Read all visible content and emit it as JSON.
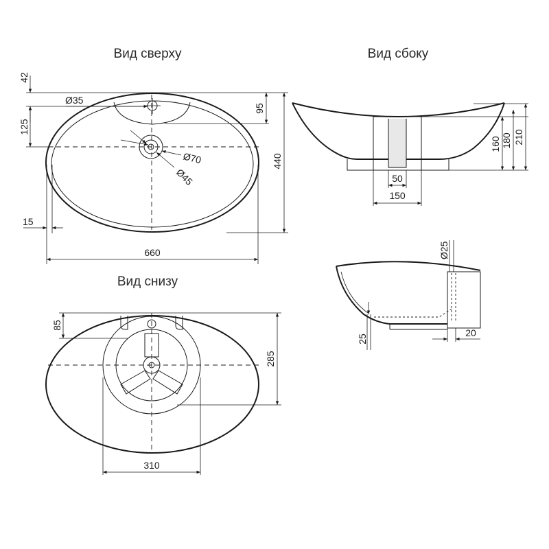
{
  "views": {
    "top": "Вид сверху",
    "side": "Вид сбоку",
    "bottom": "Вид снизу"
  },
  "top_view": {
    "d_35": "Ø35",
    "d_70": "Ø70",
    "d_45": "Ø45",
    "dim_42": "42",
    "dim_125": "125",
    "dim_95": "95",
    "dim_440": "440",
    "dim_15": "15",
    "dim_660": "660"
  },
  "side_view": {
    "dim_160": "160",
    "dim_180": "180",
    "dim_210": "210",
    "dim_50": "50",
    "dim_150": "150"
  },
  "section_view": {
    "d_25": "Ø25",
    "dim_25": "25",
    "dim_20": "20"
  },
  "bottom_view": {
    "dim_85": "85",
    "dim_285": "285",
    "dim_310": "310"
  }
}
